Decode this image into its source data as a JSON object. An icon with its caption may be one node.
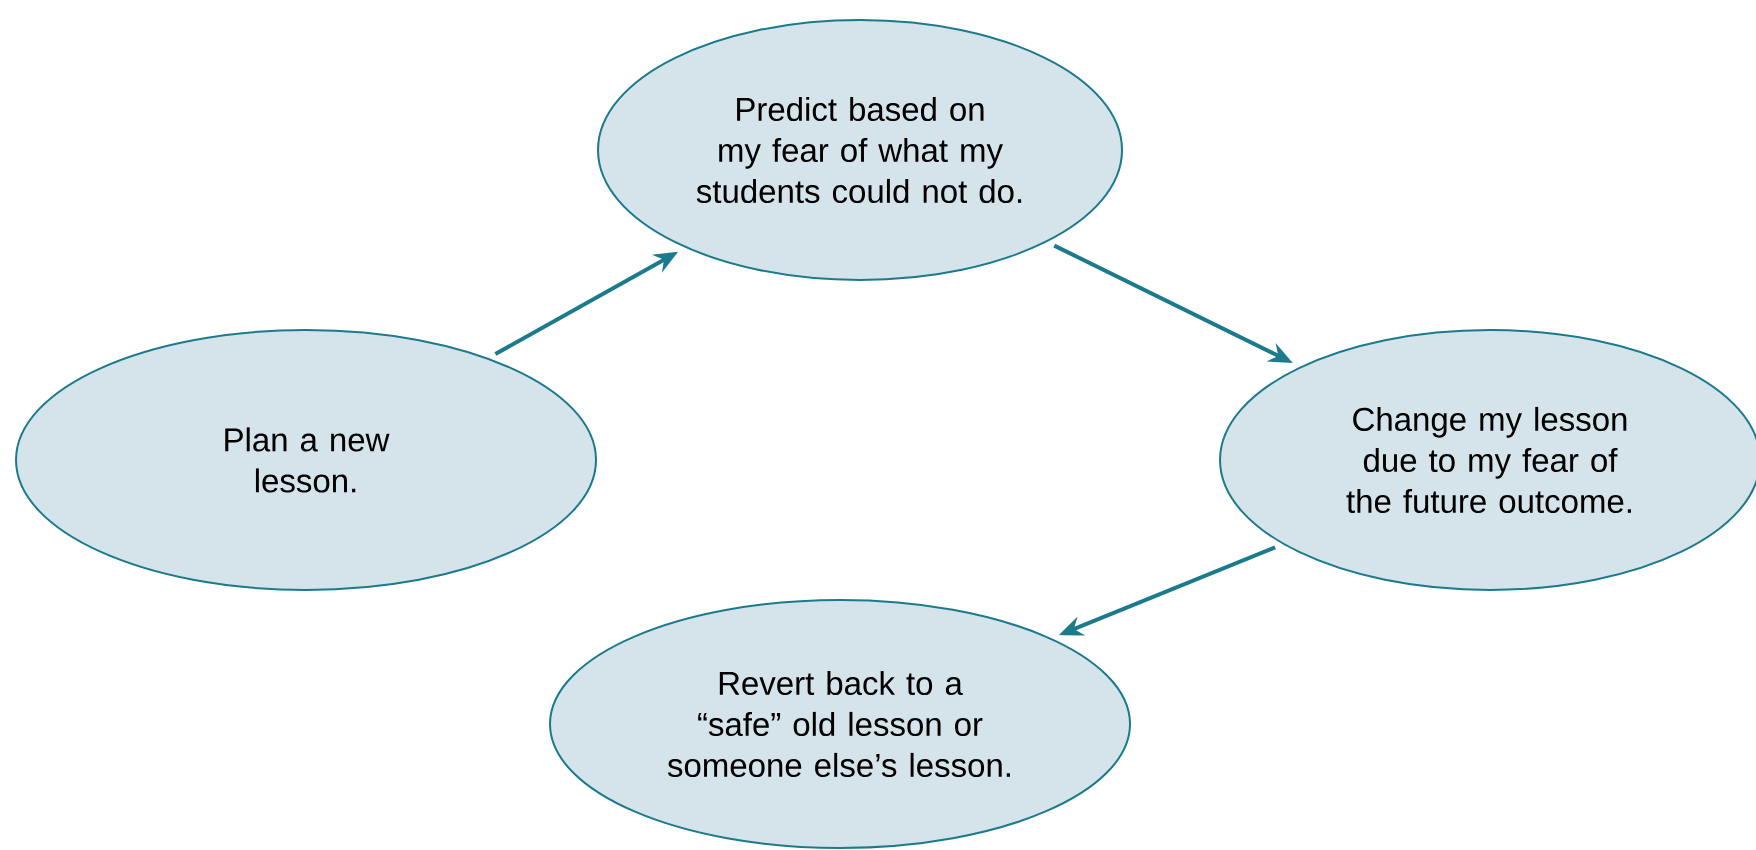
{
  "diagram": {
    "nodes": [
      {
        "text": [
          "Plan a new lesson."
        ]
      },
      {
        "text": [
          "Predict based on my fear of what my students could not do."
        ]
      },
      {
        "text": [
          "Change my lesson due to my fear of the future outcome."
        ]
      },
      {
        "text": [
          "Revert back to a “safe” old lesson or someone else’s lesson."
        ]
      }
    ],
    "edges": [
      {
        "from": 0,
        "to": 1,
        "arrow": "to"
      },
      {
        "from": 1,
        "to": 2,
        "arrow": "to"
      },
      {
        "from": 2,
        "to": 3,
        "arrow": "to"
      }
    ]
  }
}
